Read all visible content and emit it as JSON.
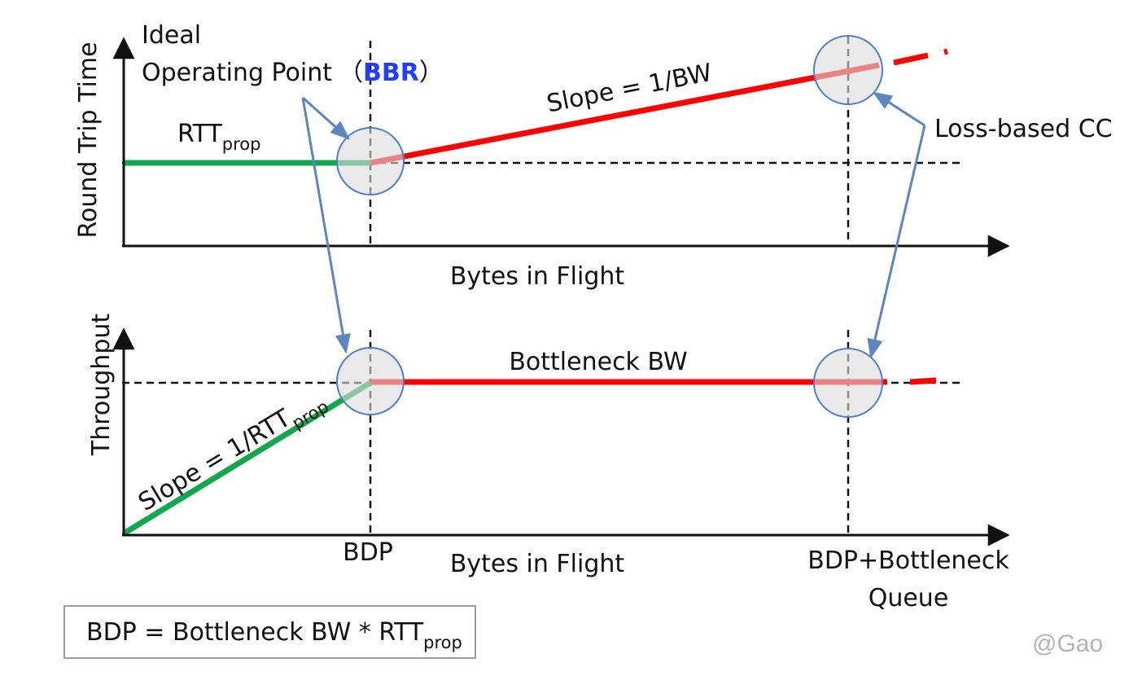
{
  "rtt_panel": {
    "y_axis_label": "Round Trip Time",
    "x_axis_label": "Bytes in Flight",
    "rtt_label": "RTT",
    "rtt_subscript": "prop",
    "slope_label": "Slope = 1/BW"
  },
  "throughput_panel": {
    "y_axis_label": "Throughput",
    "x_axis_label": "Bytes in Flight",
    "plateau_label": "Bottleneck BW",
    "slope_label": "Slope = 1/RTT",
    "slope_subscript": "prop",
    "tick_bdp": "BDP",
    "tick_bdp_queue_line1": "BDP+Bottleneck",
    "tick_bdp_queue_line2": "Queue"
  },
  "annotations": {
    "ideal_line1": "Ideal",
    "ideal_line2": "Operating Point",
    "bbr_open": "（",
    "bbr": "BBR",
    "bbr_close": "）",
    "loss_based": "Loss-based CC"
  },
  "formula": {
    "text": "BDP = Bottleneck BW * RTT",
    "subscript": "prop"
  },
  "watermark": "@Gao",
  "colors": {
    "green": "#10a84a",
    "red": "#ff0000",
    "arrow_blue": "#5b86c2",
    "bbr_blue": "#1f3fff",
    "circle_fill": "#dcdcdc",
    "circle_stroke": "#4f7fc4"
  }
}
